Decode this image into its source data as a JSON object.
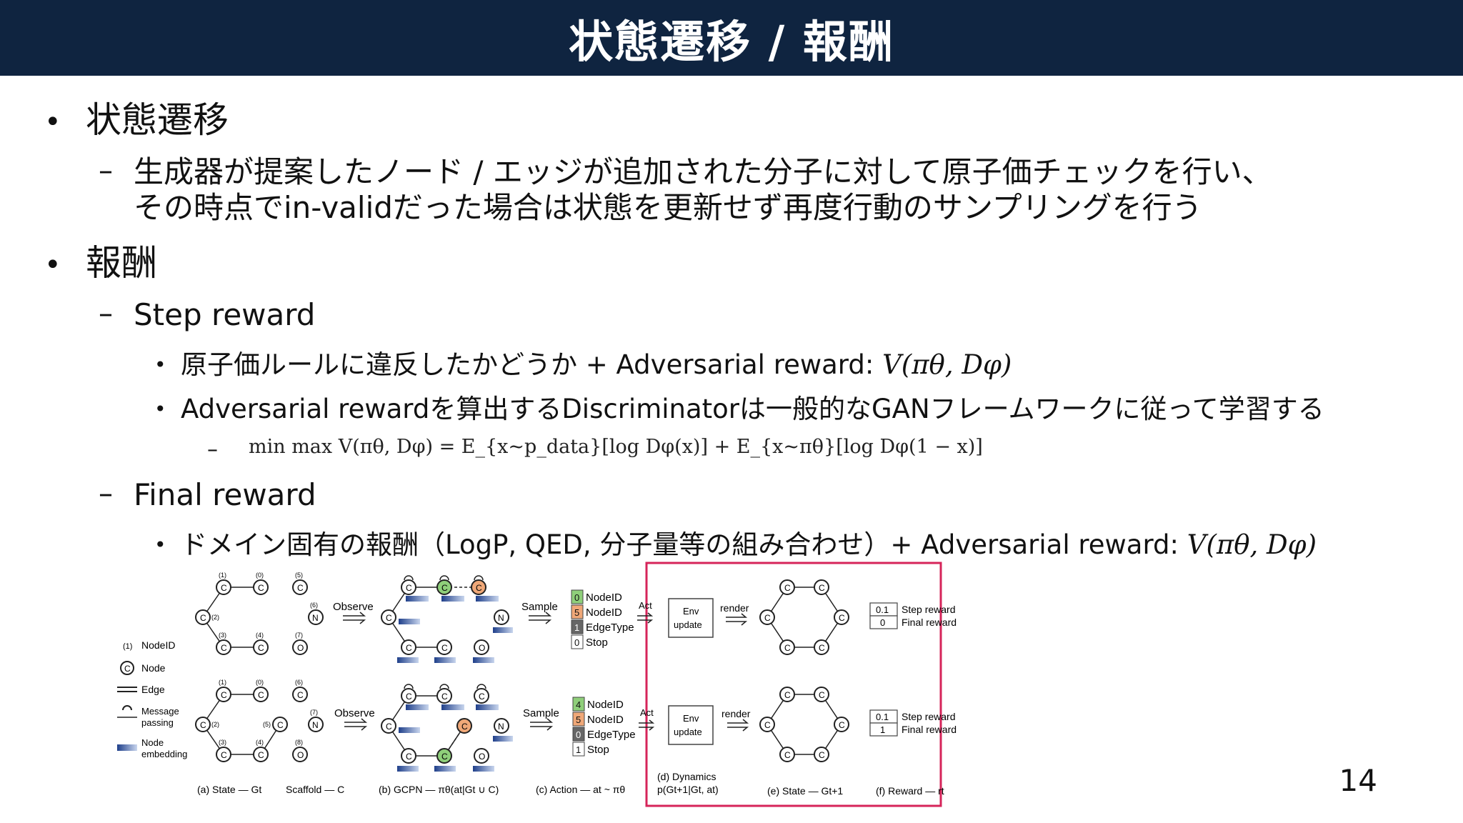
{
  "title": "状態遷移 / 報酬",
  "bullets": {
    "state_transition": {
      "heading": "状態遷移",
      "line1": "生成器が提案したノード / エッジが追加された分子に対して原子価チェックを行い、",
      "line2": "その時点でin-validだった場合は状態を更新せず再度行動のサンプリングを行う"
    },
    "reward": {
      "heading": "報酬",
      "step": {
        "heading": "Step reward",
        "item1_text": "原子価ルールに違反したかどうか + Adversarial reward: ",
        "item1_math": "V(πθ, Dφ)",
        "item2_text": "Adversarial rewardを算出するDiscriminatorは一般的なGANフレームワークに従って学習する",
        "equation": "min max V(πθ, Dφ) = E_{x~p_data}[log Dφ(x)] + E_{x~πθ}[log Dφ(1 − x)]"
      },
      "final": {
        "heading": "Final reward",
        "item1_text": "ドメイン固有の報酬（LogP, QED, 分子量等の組み合わせ）+ Adversarial reward: ",
        "item1_math": "V(πθ, Dφ)"
      }
    }
  },
  "page_number": "14",
  "figure": {
    "legend": {
      "nodeid": "NodeID",
      "node": "Node",
      "edge": "Edge",
      "message_line1": "Message",
      "message_line2": "passing",
      "embedding_line1": "Node",
      "embedding_line2": "embedding"
    },
    "observe_label": "Observe",
    "sample_label": "Sample",
    "act_label": "Act",
    "render_label": "render",
    "env_line1": "Env",
    "env_line2": "update",
    "action_rows": [
      {
        "value": "0",
        "label": "NodeID",
        "color": "#8fcf7a"
      },
      {
        "value": "5",
        "label": "NodeID",
        "color": "#f0a878"
      },
      {
        "value": "1",
        "label": "EdgeType",
        "color": "#666666"
      },
      {
        "value": "0",
        "label": "Stop",
        "color": "#ffffff"
      }
    ],
    "action_rows_bottom": [
      {
        "value": "4",
        "label": "NodeID",
        "color": "#8fcf7a"
      },
      {
        "value": "5",
        "label": "NodeID",
        "color": "#f0a878"
      },
      {
        "value": "0",
        "label": "EdgeType",
        "color": "#666666"
      },
      {
        "value": "1",
        "label": "Stop",
        "color": "#ffffff"
      }
    ],
    "reward_top": {
      "step_value": "0.1",
      "step_label": "Step reward",
      "final_value": "0",
      "final_label": "Final reward"
    },
    "reward_bottom": {
      "step_value": "0.1",
      "step_label": "Step reward",
      "final_value": "1",
      "final_label": "Final reward"
    },
    "captions": {
      "a": "(a) State — Gt",
      "scaffold": "Scaffold — C",
      "b": "(b) GCPN — πθ(at|Gt ∪ C)",
      "c": "(c) Action — at ~ πθ",
      "d_line1": "(d) Dynamics",
      "d_line2": "p(Gt+1|Gt, at)",
      "e": "(e) State — Gt+1",
      "f": "(f) Reward — rt"
    },
    "node_letter": "C",
    "n_letter": "N",
    "o_letter": "O",
    "nodeid_top": [
      "(1)",
      "(0)",
      "(5)",
      "(2)",
      "(6)",
      "(3)",
      "(4)",
      "(7)"
    ],
    "nodeid_bottom": [
      "(1)",
      "(0)",
      "(6)",
      "(2)",
      "(5)",
      "(7)",
      "(3)",
      "(4)",
      "(8)"
    ],
    "nodeid_legend": "(1)",
    "highlight_color": "#d6245a",
    "green_node": "#8fcf7a",
    "orange_node": "#f0a878"
  }
}
